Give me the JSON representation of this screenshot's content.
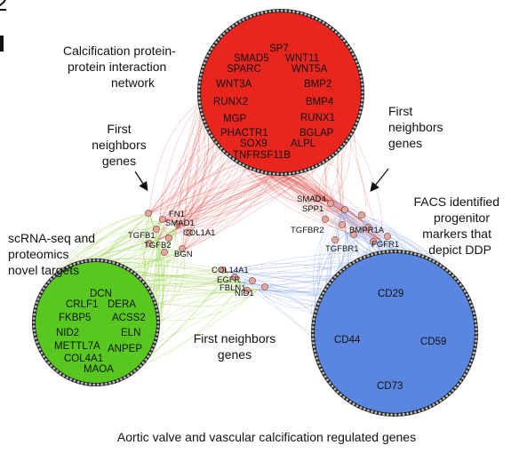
{
  "panel_letter": "2",
  "clusters": {
    "calcification": {
      "color": "#e8261e",
      "genes": [
        "SP7",
        "SMAD5",
        "WNT11",
        "SPARC",
        "WNT5A",
        "WNT3A",
        "BMP2",
        "RUNX2",
        "BMP4",
        "MGP",
        "RUNX1",
        "PHACTR1",
        "BGLAP",
        "SOX9",
        "ALPL",
        "TNFRSF11B"
      ]
    },
    "scrna": {
      "color": "#58c81e",
      "genes": [
        "DCN",
        "CRLF1",
        "DERA",
        "FKBP5",
        "ACSS2",
        "NID2",
        "ELN",
        "METTL7A",
        "ANPEP",
        "COL4A1",
        "MAOA"
      ]
    },
    "facs": {
      "color": "#5b86df",
      "genes": [
        "CD29",
        "CD44",
        "CD59",
        "CD73"
      ]
    }
  },
  "neighbors": {
    "left": [
      "FN1",
      "SMAD1",
      "TGFB1",
      "COL1A1",
      "TGFB2",
      "BGN"
    ],
    "right": [
      "SMAD4",
      "SPP1",
      "TGFBR2",
      "BMPR1A",
      "TGFBR1",
      "FGFR1"
    ],
    "bottom": [
      "COL14A1",
      "EGFR",
      "FBLN1",
      "NID1"
    ]
  },
  "labels": {
    "ppi": [
      "Calcification protein-",
      "protein interaction",
      "network"
    ],
    "first_left": [
      "First",
      "neighbors",
      "genes"
    ],
    "first_right": [
      "First",
      "neighbors",
      "genes"
    ],
    "facs": [
      "FACS identified",
      "progenitor",
      "markers that",
      "depict DDP"
    ],
    "scrna": [
      "scRNA-seq and",
      "proteomics",
      "novel targets"
    ],
    "first_bottom": [
      "First neighbors",
      "genes"
    ]
  },
  "caption": "Aortic valve and vascular calcification regulated genes"
}
